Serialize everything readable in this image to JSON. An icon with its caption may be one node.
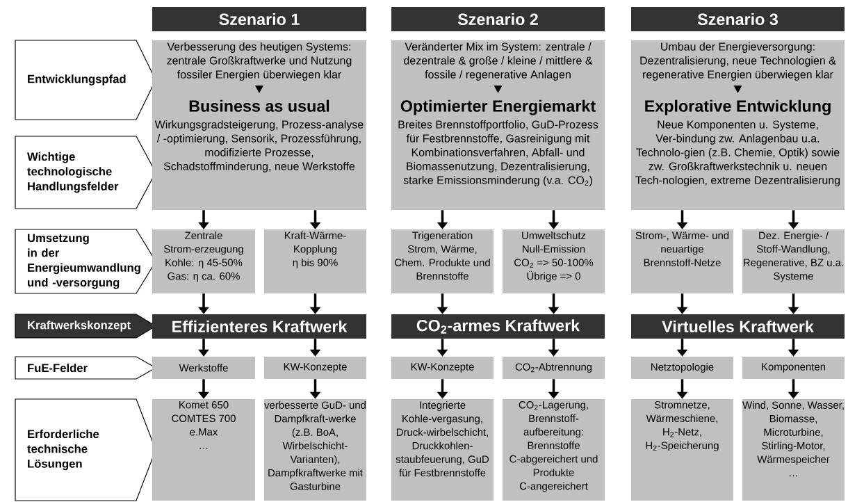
{
  "diagram": {
    "nodes": [
      {
        "text": [
          "Szenario 1"
        ]
      },
      {
        "text": [
          "Szenario 2"
        ]
      },
      {
        "text": [
          "Szenario 3"
        ]
      },
      {
        "text": [
          "Entwicklungspfad"
        ]
      },
      {
        "text": [
          "Wichtige technologische Handlungsfelder"
        ]
      },
      {
        "text": [
          "Verbesserung des heutigen Systems: zentrale Großkraftwerke und Nutzung fossiler Energien überwiegen klar",
          "Business as usual",
          "Wirkungsgradsteigerung, Prozess-analyse / -optimierung, Sensorik, Prozessführung, modifizierte Prozesse, Schadstoffminderung, neue Werkstoffe"
        ]
      },
      {
        "text": [
          "Veränderter Mix im System: zentrale / dezentrale & große / kleine / mittlere & fossile / regenerative Anlagen",
          "Optimierter Energiemarkt",
          "Breites Brennstoffportfolio, GuD-Prozess für Festbrennstoffe, Gasreinigung mit Kombinationsverfahren, Abfall- und Biomassenutzung, Dezentralisierung, starke Emissionsminderung (v.a. CO$_{2}$)"
        ]
      },
      {
        "text": [
          "Umbau der Energieversorgung: Dezentralisierung, neue Technologien & regenerative Energien überwiegen klar",
          "Explorative Entwicklung",
          "Neue Komponenten u. Systeme, Ver-bindung zw. Anlagenbau u.a. Technolo-gien (z.B. Chemie, Optik) sowie zw. Großkraftwerkstechnik u. neuen Tech-nologien, extreme Dezentralisierung"
        ]
      },
      {
        "text": [
          "Umsetzung in der Energieumwandlung und -versorgung"
        ]
      },
      {
        "text": [
          "Zentrale Strom-erzeugung",
          "Kohle: η 45-50%",
          "Gas: η ca. 60%"
        ]
      },
      {
        "text": [
          "Kraft-Wärme-Kopplung",
          "η bis 90%"
        ]
      },
      {
        "text": [
          "Trigeneration",
          "Strom, Wärme, Chem. Produkte und Brennstoffe"
        ]
      },
      {
        "text": [
          "Umweltschutz",
          "Null-Emission",
          "CO$_{2}$ => 50-100%",
          "Übrige => 0"
        ]
      },
      {
        "text": [
          "Strom-, Wärme- und neuartige Brennstoff-Netze"
        ]
      },
      {
        "text": [
          "Dez. Energie- / Stoff-Wandlung, Regenerative, BZ u.a. Systeme"
        ]
      },
      {
        "text": [
          "Kraftwerkskonzept"
        ]
      },
      {
        "text": [
          "Effizienteres Kraftwerk"
        ]
      },
      {
        "text": [
          "CO$_{2}$-armes Kraftwerk"
        ]
      },
      {
        "text": [
          "Virtuelles Kraftwerk"
        ]
      },
      {
        "text": [
          "FuE-Felder"
        ]
      },
      {
        "text": [
          "Werkstoffe"
        ]
      },
      {
        "text": [
          "KW-Konzepte"
        ]
      },
      {
        "text": [
          "KW-Konzepte"
        ]
      },
      {
        "text": [
          "CO$_{2}$-Abtrennung"
        ]
      },
      {
        "text": [
          "Netztopologie"
        ]
      },
      {
        "text": [
          "Komponenten"
        ]
      },
      {
        "text": [
          "Erforderliche technische Lösungen"
        ]
      },
      {
        "text": [
          "Komet 650",
          "COMTES 700",
          "e.Max",
          "…"
        ]
      },
      {
        "text": [
          "verbesserte GuD- und Dampfkraft-werke (z.B. BoA, Wirbelschicht-Varianten), Dampfkraftwerke mit Gasturbine"
        ]
      },
      {
        "text": [
          "Integrierte Kohle-vergasung, Druck-wirbelschicht, Druckkohlen-staubfeuerung, GuD für Festbrennstoffe"
        ]
      },
      {
        "text": [
          "CO$_{2}$-Lagerung, Brennstoff-aufbereitung: Brennstoffe C-abgereichert und Produkte C-angereichert"
        ]
      },
      {
        "text": [
          "Stromnetze, Wärmeschiene, H$_{2}$-Netz, H$_{2}$-Speicherung"
        ]
      },
      {
        "text": [
          "Wind, Sonne, Wasser, Biomasse, Microturbine, Stirling-Motor, Wärmespeicher",
          "…"
        ]
      }
    ],
    "edges": [
      {
        "from": 5,
        "to": 9,
        "arrow": "to"
      },
      {
        "from": 5,
        "to": 10,
        "arrow": "to"
      },
      {
        "from": 9,
        "to": 16,
        "arrow": "to"
      },
      {
        "from": 10,
        "to": 16,
        "arrow": "to"
      },
      {
        "from": 16,
        "to": 20,
        "arrow": "to"
      },
      {
        "from": 16,
        "to": 21,
        "arrow": "to"
      },
      {
        "from": 20,
        "to": 27,
        "arrow": "to"
      },
      {
        "from": 21,
        "to": 28,
        "arrow": "to"
      },
      {
        "from": 6,
        "to": 11,
        "arrow": "to"
      },
      {
        "from": 6,
        "to": 12,
        "arrow": "to"
      },
      {
        "from": 11,
        "to": 17,
        "arrow": "to"
      },
      {
        "from": 12,
        "to": 17,
        "arrow": "to"
      },
      {
        "from": 17,
        "to": 22,
        "arrow": "to"
      },
      {
        "from": 17,
        "to": 23,
        "arrow": "to"
      },
      {
        "from": 22,
        "to": 29,
        "arrow": "to"
      },
      {
        "from": 23,
        "to": 30,
        "arrow": "to"
      },
      {
        "from": 7,
        "to": 13,
        "arrow": "to"
      },
      {
        "from": 7,
        "to": 14,
        "arrow": "to"
      },
      {
        "from": 13,
        "to": 18,
        "arrow": "to"
      },
      {
        "from": 14,
        "to": 18,
        "arrow": "to"
      },
      {
        "from": 18,
        "to": 24,
        "arrow": "to"
      },
      {
        "from": 18,
        "to": 25,
        "arrow": "to"
      },
      {
        "from": 24,
        "to": 31,
        "arrow": "to"
      },
      {
        "from": 25,
        "to": 32,
        "arrow": "to"
      }
    ]
  }
}
